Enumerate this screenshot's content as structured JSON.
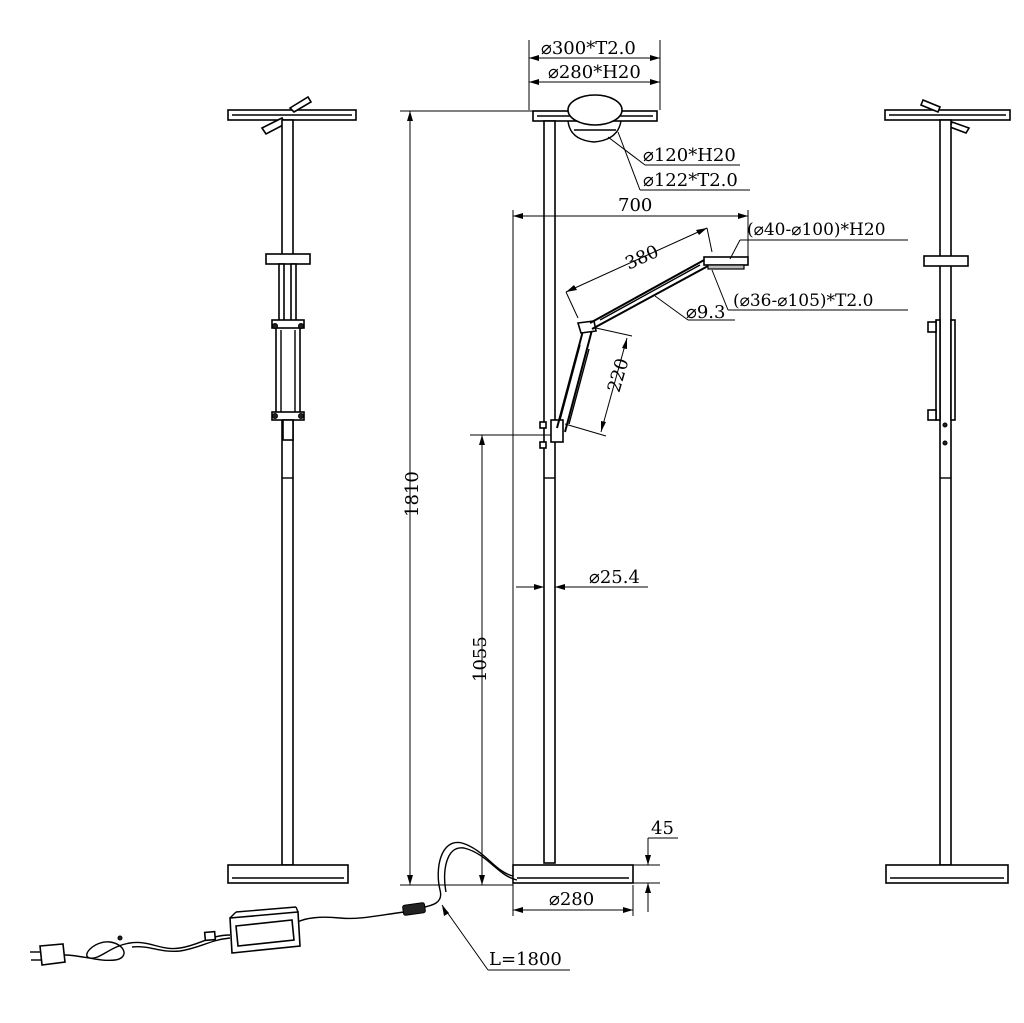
{
  "dimensions": {
    "head_outer": "⌀300*T2.0",
    "head_inner": "⌀280*H20",
    "uplight_inner": "⌀120*H20",
    "uplight_outer": "⌀122*T2.0",
    "reach": "700",
    "arm_upper": "380",
    "reading_head": "(⌀40-⌀100)*H20",
    "reading_head_glass": "(⌀36-⌀105)*T2.0",
    "arm_tube": "⌀9.3",
    "arm_lower": "220",
    "total_height": "1810",
    "pivot_height": "1055",
    "pole": "⌀25.4",
    "base_height": "45",
    "base_diameter": "⌀280",
    "cable_length": "L=1800"
  }
}
